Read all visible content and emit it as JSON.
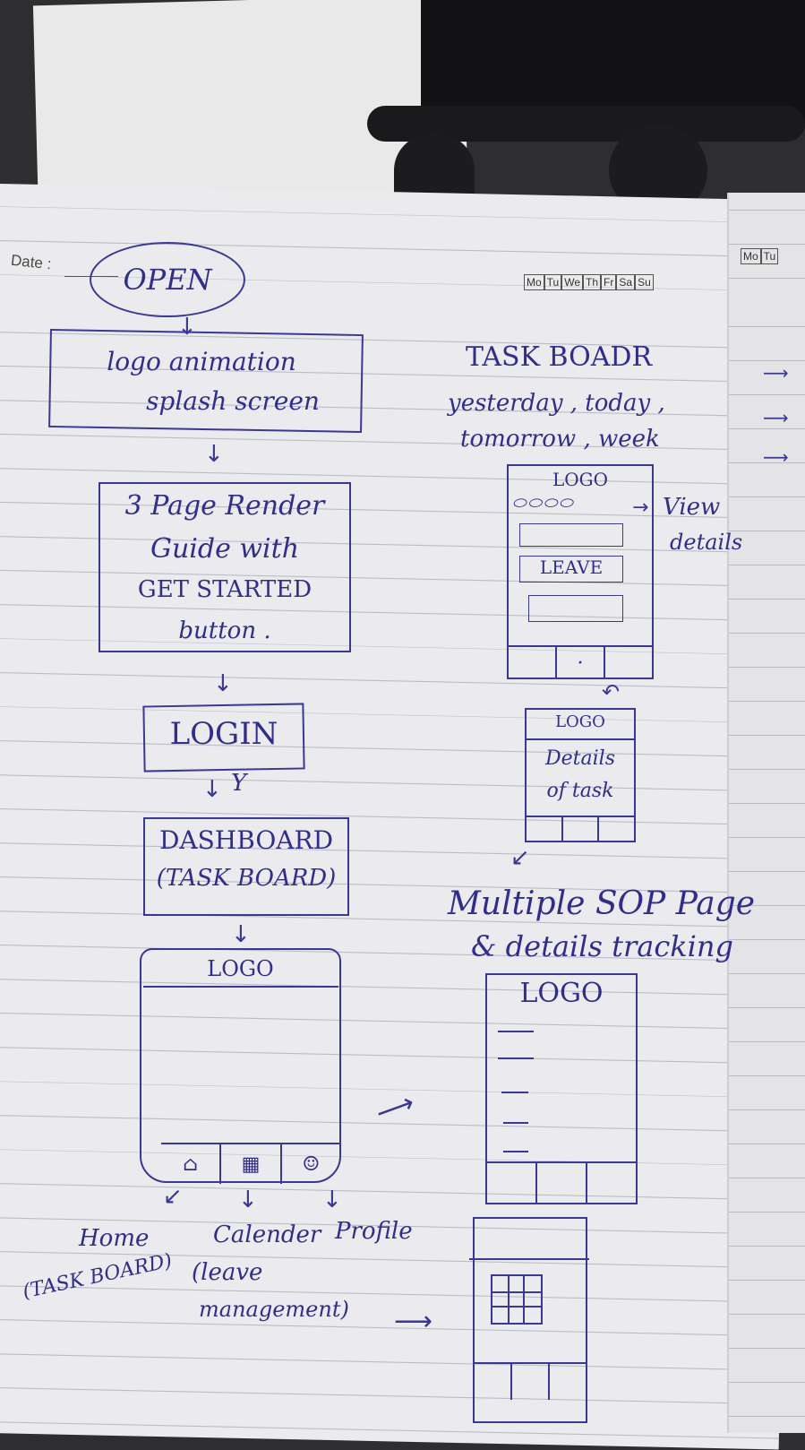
{
  "page": {
    "date_label": "Date :",
    "weekdays": [
      "Mo",
      "Tu",
      "We",
      "Th",
      "Fr",
      "Sa",
      "Su"
    ],
    "weekdays_right": [
      "Mo",
      "Tu"
    ]
  },
  "flow_left": {
    "open": "OPEN",
    "splash": [
      "logo animation",
      "splash screen"
    ],
    "guide": [
      "3 Page Render",
      "Guide with",
      "GET STARTED",
      "button ."
    ],
    "login": "LOGIN",
    "login_mark": "Y",
    "dashboard": [
      "DASHBOARD",
      "(TASK BOARD)"
    ],
    "dash_screen_logo": "LOGO",
    "tab_labels": {
      "home": "Home",
      "home_sub": "(TASK BOARD)",
      "calendar": "Calender",
      "calendar_sub": [
        "(leave",
        "management)"
      ],
      "profile": "Profile"
    }
  },
  "flow_right": {
    "task_board_title": "TASK BOADR",
    "task_board_sub": [
      "yesterday , today ,",
      "tomorrow , week"
    ],
    "screen1_logo": "LOGO",
    "screen1_leave": "LEAVE",
    "view_details": [
      "View",
      "details"
    ],
    "screen2_logo": "LOGO",
    "screen2_body": [
      "Details",
      "of task"
    ],
    "sop_title": [
      "Multiple SOP Page",
      "& details tracking"
    ],
    "screen3_logo": "LOGO"
  },
  "colors": {
    "ink": "#2f2d8f",
    "paper": "#ebebed",
    "rule": "#b9bcc4",
    "background": "#2e2e30"
  },
  "icons": {
    "home": "home-icon",
    "calendar": "calendar-grid-icon",
    "profile": "smiley-icon"
  }
}
